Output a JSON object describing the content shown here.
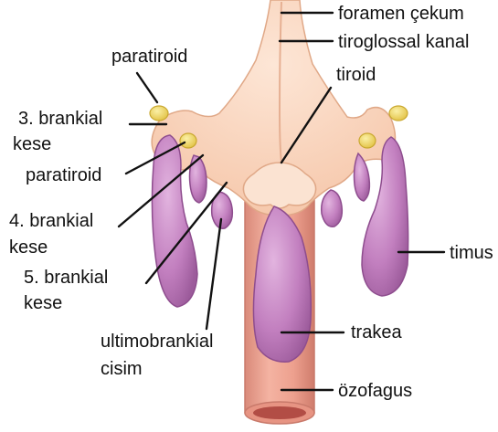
{
  "colors": {
    "tissue": "#f9d2b8",
    "tissue_edge": "#e0a887",
    "pouch": "#c37fc0",
    "pouch_edge": "#8e4d8e",
    "gland": "#f0dc6a",
    "gland_edge": "#c9a830",
    "tube": "#eca291",
    "tube_edge": "#c97a6b",
    "tube_inner": "#b24d45",
    "label": "#111111"
  },
  "labels": {
    "foramen_cekum": "foramen çekum",
    "tiroglossal_kanal": "tiroglossal kanal",
    "paratiroid_top": "paratiroid",
    "tiroid": "tiroid",
    "brankial_3_line1": "3. brankial",
    "brankial_3_line2": "kese",
    "paratiroid_mid": "paratiroid",
    "brankial_4_line1": "4. brankial",
    "brankial_4_line2": "kese",
    "timus": "timus",
    "brankial_5_line1": "5. brankial",
    "brankial_5_line2": "kese",
    "trakea": "trakea",
    "ultimobrankial_line1": "ultimobrankial",
    "ultimobrankial_line2": "cisim",
    "ozofagus": "özofagus"
  }
}
